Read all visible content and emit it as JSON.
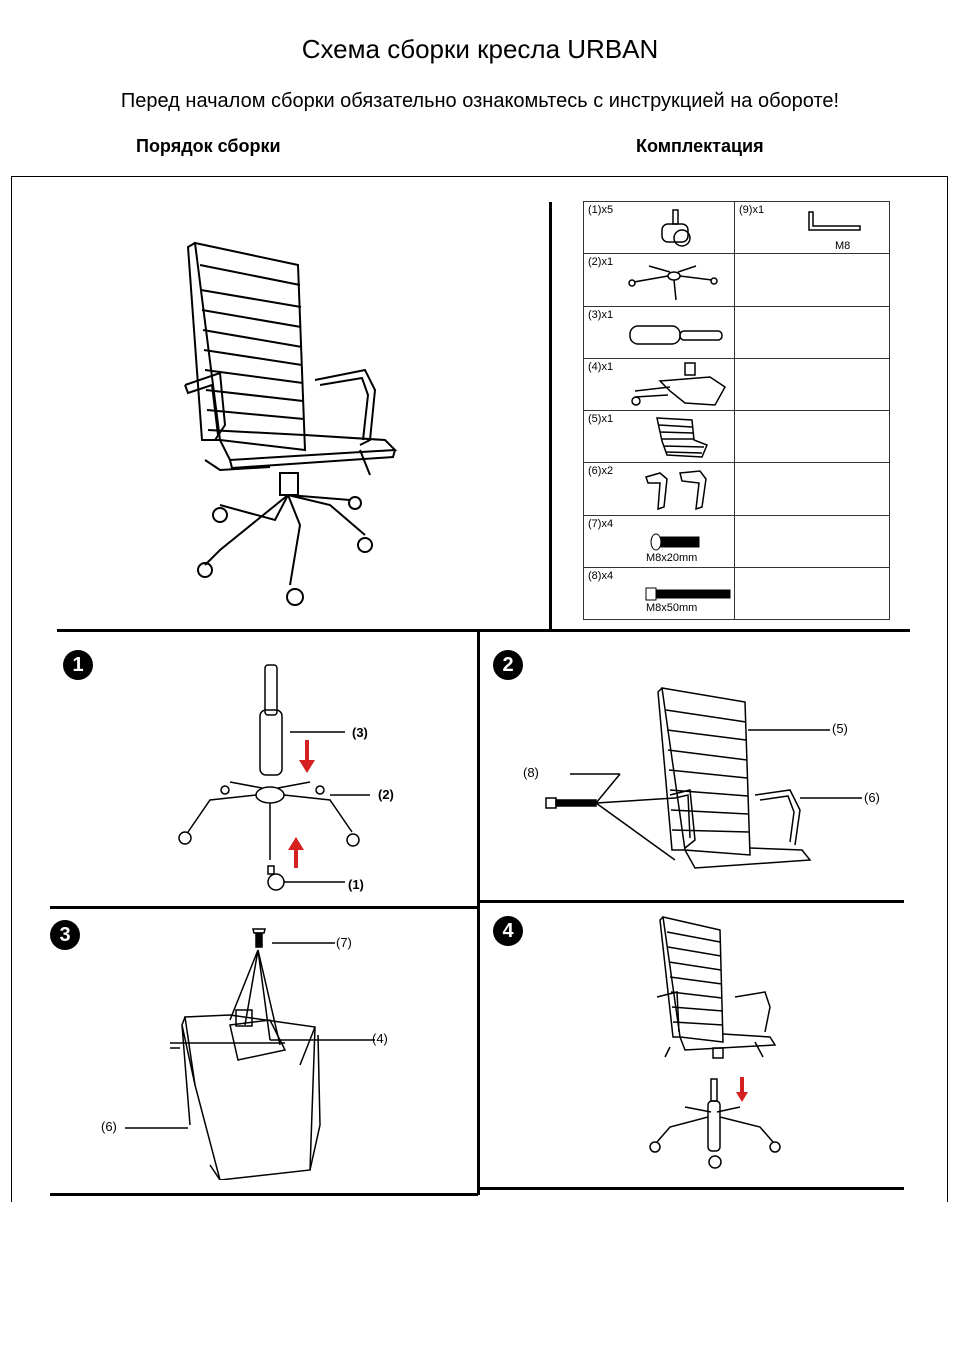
{
  "header": {
    "title": "Схема сборки кресла URBAN",
    "subtitle": "Перед началом сборки обязательно ознакомьтесь с инструкцией на обороте!",
    "order_heading": "Порядок сборки",
    "kit_heading": "Комплектация"
  },
  "kit": {
    "rows": [
      {
        "left": {
          "qty": "(1)x5",
          "icon": "caster-wheel-icon"
        },
        "right": {
          "qty": "(9)x1",
          "icon": "hex-key-icon",
          "size": "M8"
        }
      },
      {
        "left": {
          "qty": "(2)x1",
          "icon": "star-base-icon"
        }
      },
      {
        "left": {
          "qty": "(3)x1",
          "icon": "gas-cylinder-icon"
        }
      },
      {
        "left": {
          "qty": "(4)x1",
          "icon": "tilt-mechanism-icon"
        }
      },
      {
        "left": {
          "qty": "(5)x1",
          "icon": "seat-icon"
        }
      },
      {
        "left": {
          "qty": "(6)x2",
          "icon": "armrest-icon"
        }
      },
      {
        "left": {
          "qty": "(7)x4",
          "icon": "short-bolt-icon",
          "size": "M8x20mm"
        }
      },
      {
        "left": {
          "qty": "(8)x4",
          "icon": "long-bolt-icon",
          "size": "M8x50mm"
        }
      }
    ]
  },
  "steps": [
    {
      "number": "1",
      "labels": [
        "(3)",
        "(2)",
        "(1)"
      ]
    },
    {
      "number": "2",
      "labels": [
        "(5)",
        "(8)",
        "(6)"
      ]
    },
    {
      "number": "3",
      "labels": [
        "(7)",
        "(4)",
        "(6)"
      ]
    },
    {
      "number": "4"
    }
  ],
  "colors": {
    "arrow": "#d42020",
    "line": "#000000"
  }
}
